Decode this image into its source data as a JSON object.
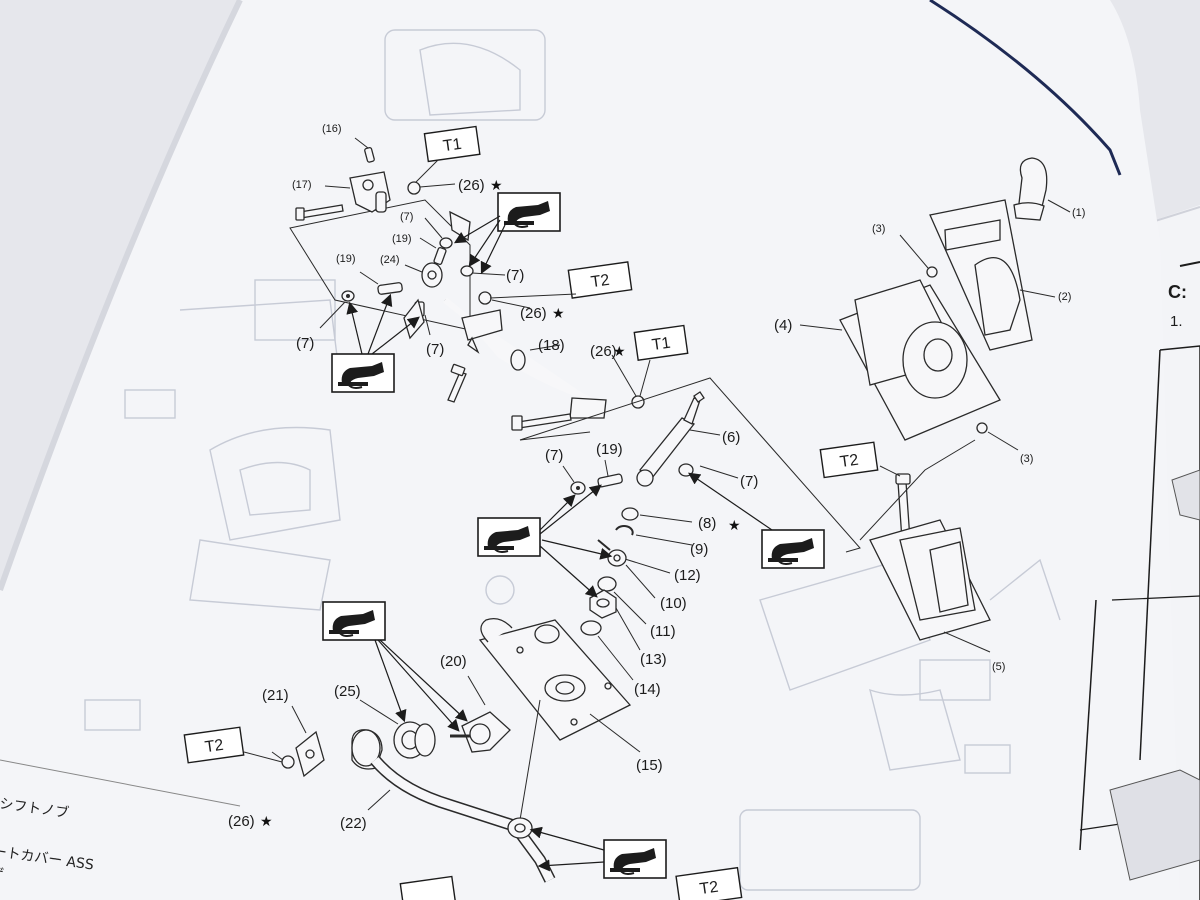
{
  "callouts": [
    {
      "id": "c16",
      "text": "(16)"
    },
    {
      "id": "c17",
      "text": "(17)"
    },
    {
      "id": "c26a",
      "text": "(26)"
    },
    {
      "id": "c7a",
      "text": "(7)"
    },
    {
      "id": "c19a",
      "text": "(19)"
    },
    {
      "id": "c24",
      "text": "(24)"
    },
    {
      "id": "c19b",
      "text": "(19)"
    },
    {
      "id": "c7b",
      "text": "(7)"
    },
    {
      "id": "c7c",
      "text": "(7)"
    },
    {
      "id": "c7d",
      "text": "(7)"
    },
    {
      "id": "c26b",
      "text": "(26)"
    },
    {
      "id": "c18",
      "text": "(18)"
    },
    {
      "id": "c26c",
      "text": "(26)"
    },
    {
      "id": "c6",
      "text": "(6)"
    },
    {
      "id": "c7e",
      "text": "(7)"
    },
    {
      "id": "c19c",
      "text": "(19)"
    },
    {
      "id": "c7f",
      "text": "(7)"
    },
    {
      "id": "c8",
      "text": "(8)"
    },
    {
      "id": "c9",
      "text": "(9)"
    },
    {
      "id": "c12",
      "text": "(12)"
    },
    {
      "id": "c10",
      "text": "(10)"
    },
    {
      "id": "c11",
      "text": "(11)"
    },
    {
      "id": "c13",
      "text": "(13)"
    },
    {
      "id": "c14",
      "text": "(14)"
    },
    {
      "id": "c20",
      "text": "(20)"
    },
    {
      "id": "c15",
      "text": "(15)"
    },
    {
      "id": "c21",
      "text": "(21)"
    },
    {
      "id": "c25",
      "text": "(25)"
    },
    {
      "id": "c22",
      "text": "(22)"
    },
    {
      "id": "c26d",
      "text": "(26)"
    },
    {
      "id": "c1",
      "text": "(1)"
    },
    {
      "id": "c2",
      "text": "(2)"
    },
    {
      "id": "c3a",
      "text": "(3)"
    },
    {
      "id": "c3b",
      "text": "(3)"
    },
    {
      "id": "c4",
      "text": "(4)"
    },
    {
      "id": "c5",
      "text": "(5)"
    }
  ],
  "torque_boxes": [
    {
      "id": "t1a",
      "text": "T1"
    },
    {
      "id": "t2a",
      "text": "T2"
    },
    {
      "id": "t1b",
      "text": "T1"
    },
    {
      "id": "t2b",
      "text": "T2"
    },
    {
      "id": "t2c",
      "text": "T2"
    },
    {
      "id": "t2d",
      "text": "T2"
    }
  ],
  "star_symbol": "★",
  "legend_lines": [
    "シフトノブ",
    "ートカバー ASS",
    "ゲ"
  ],
  "right_page": {
    "heading": "C:",
    "item": "1."
  },
  "icons": [
    "grease-application-icon"
  ],
  "colors": {
    "paper": "#f4f5f8",
    "ink": "#1c1c1c",
    "ghost_ink": "#c7cbd6"
  }
}
